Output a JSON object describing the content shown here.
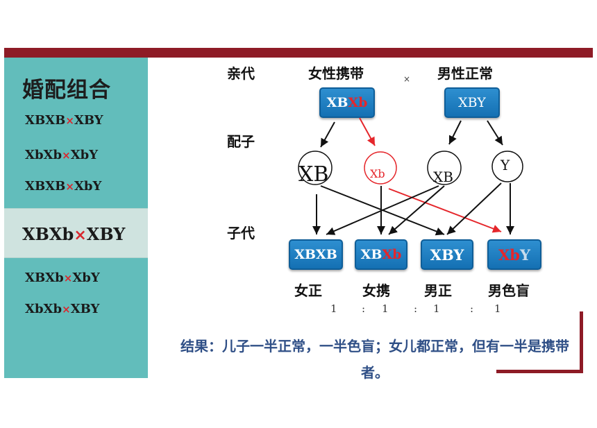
{
  "sidebar": {
    "title": "婚配组合",
    "combos": [
      {
        "left": "XBXB",
        "sep": "×",
        "right": "XBY"
      },
      {
        "left": "XbXb",
        "sep": "×",
        "right": "XbY"
      },
      {
        "left": "XBXB",
        "sep": "×",
        "right": "XbY"
      },
      {
        "left": "XBXb",
        "sep": "×",
        "right": "XBY"
      },
      {
        "left": "XBXb",
        "sep": "×",
        "right": "XbY"
      },
      {
        "left": "XbXb",
        "sep": "×",
        "right": "XBY"
      }
    ]
  },
  "diagram": {
    "row_labels": {
      "parents": "亲代",
      "gametes": "配子",
      "offspring": "子代"
    },
    "parents": {
      "female_label": "女性携带",
      "male_label": "男性正常",
      "cross_symbol": "×",
      "female_genotype_normal": "XB",
      "female_genotype_affected": "Xb",
      "male_genotype": "XBY"
    },
    "gametes": [
      "XB",
      "Xb",
      "XB",
      "Y"
    ],
    "offspring": [
      {
        "normal": "XBXB",
        "affected": "",
        "suffix": "",
        "label": "女正"
      },
      {
        "normal": "XB",
        "affected": "Xb",
        "suffix": "",
        "label": "女携"
      },
      {
        "normal": "XBY",
        "affected": "",
        "suffix": "",
        "label": "男正"
      },
      {
        "normal": "",
        "affected": "Xb",
        "suffix": "Y",
        "label": "男色盲"
      }
    ],
    "ratio": [
      "1",
      ":",
      "1",
      ":",
      "1",
      ":",
      "1"
    ],
    "result": "结果：儿子一半正常，一半色盲；女儿都正常，但有一半是携带者。"
  },
  "colors": {
    "accent_red": "#e5262b",
    "bar": "#8e1b26",
    "sidebar": "#62bdbb",
    "box_blue": "#1470b3",
    "result_text": "#2f4f86"
  }
}
